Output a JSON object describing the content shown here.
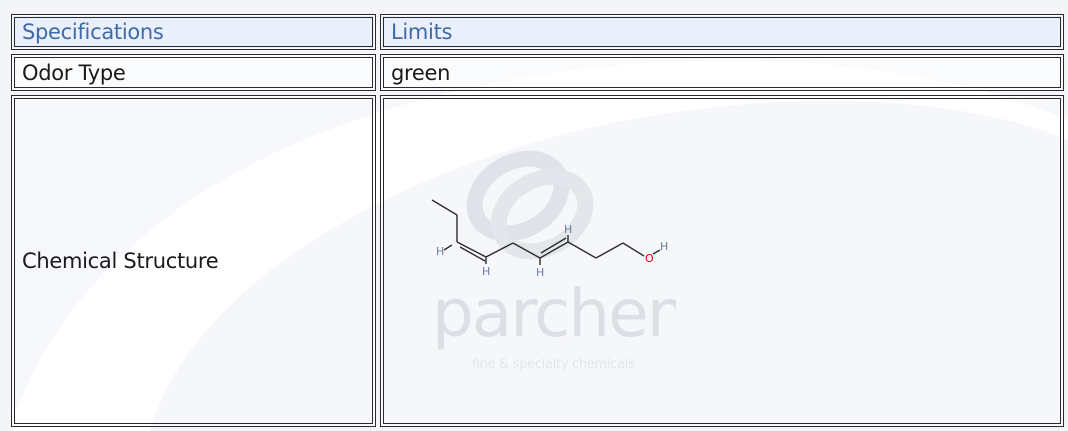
{
  "table": {
    "header": {
      "specifications": "Specifications",
      "limits": "Limits"
    },
    "rows": [
      {
        "label": "Odor Type",
        "value": "green"
      },
      {
        "label": "Chemical Structure"
      }
    ]
  },
  "structure_labels": {
    "h": "H",
    "o": "O"
  },
  "watermark": {
    "brand": "parchem",
    "tagline": "fine & specialty chemicals"
  },
  "colors": {
    "header_text": "#3f6aa8",
    "header_bg": "#e9f0fb",
    "oxygen": "#e00000",
    "watermark": "#d7dbe2"
  }
}
